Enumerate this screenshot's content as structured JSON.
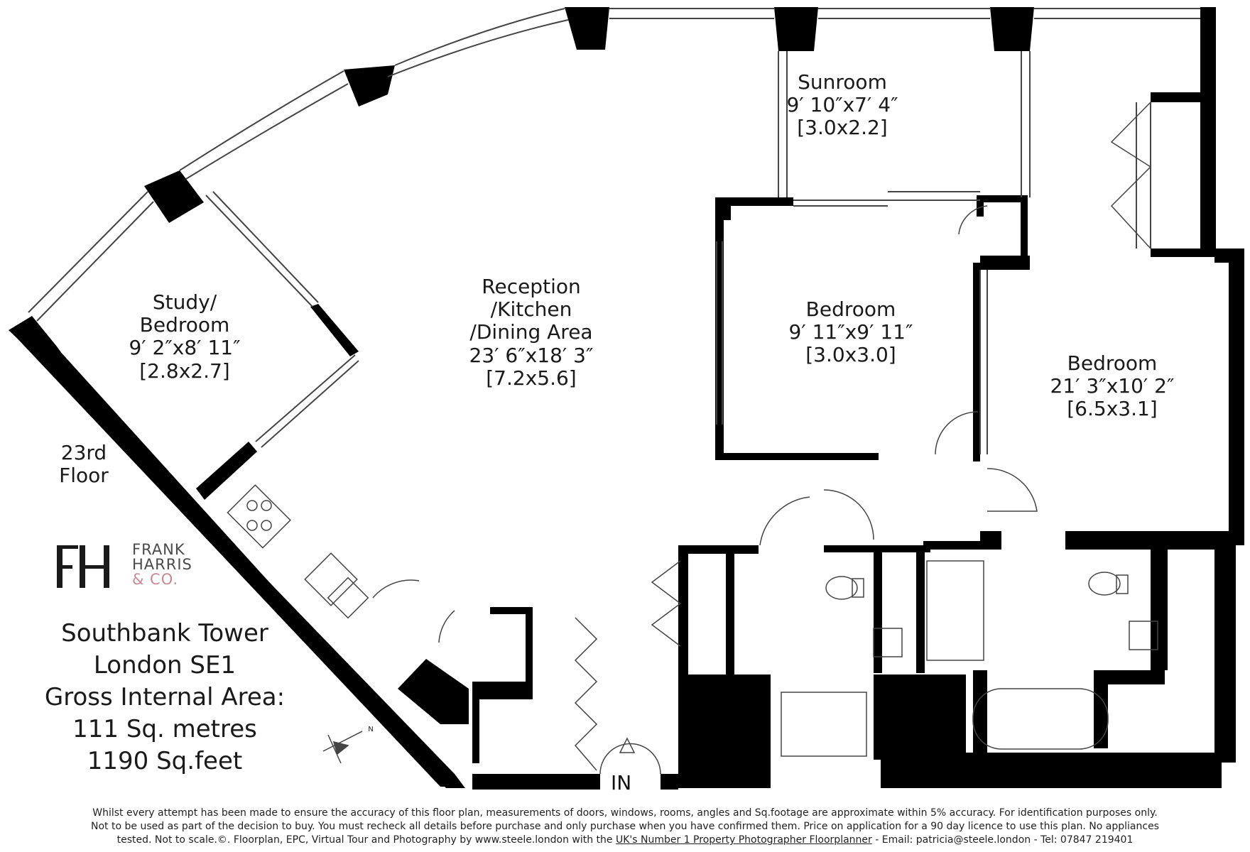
{
  "rooms": {
    "sunroom": {
      "name": "Sunroom",
      "imperial": "9′ 10″x7′ 4″",
      "metric": "[3.0x2.2]"
    },
    "study": {
      "name_line1": "Study/",
      "name_line2": "Bedroom",
      "imperial": "9′ 2″x8′ 11″",
      "metric": "[2.8x2.7]"
    },
    "reception": {
      "name_line1": "Reception",
      "name_line2": "/Kitchen",
      "name_line3": "/Dining Area",
      "imperial": "23′ 6″x18′ 3″",
      "metric": "[7.2x5.6]"
    },
    "bedroom_mid": {
      "name": "Bedroom",
      "imperial": "9′ 11″x9′ 11″",
      "metric": "[3.0x3.0]"
    },
    "bedroom_right": {
      "name": "Bedroom",
      "imperial": "21′ 3″x10′ 2″",
      "metric": "[6.5x3.1]"
    }
  },
  "floor": {
    "line1": "23rd",
    "line2": "Floor"
  },
  "entrance": "IN",
  "logo": {
    "monogram": "FH",
    "line1": "FRANK",
    "line2": "HARRIS",
    "line3": "& CO.",
    "accent_color": "#c58a96"
  },
  "property": {
    "name": "Southbank Tower",
    "city": "London SE1",
    "area_label": "Gross Internal Area:",
    "area_metric": "111 Sq. metres",
    "area_imperial": "1190 Sq.feet"
  },
  "compass": {
    "north": "N"
  },
  "disclaimer": {
    "line1": "Whilst every attempt has been made to ensure the accuracy of this floor plan, measurements of doors, windows, rooms, angles and Sq.footage are approximate within 5% accuracy. For identification purposes only.",
    "line2": "Not to be used as part of the decision to buy. You must recheck all details before purchase and only purchase when you have confirmed them. Price on application for a 90 day licence to use this plan. No appliances",
    "line3a": "tested.  Not to scale.©.  Floorplan, EPC, Virtual Tour and Photography by  www.steele.london with the",
    "line3b": "UK's Number 1 Property Photographer Floorplanner",
    "line3c": " - Email: patricia@steele.london - Tel: 07847 219401"
  },
  "colors": {
    "wall": "#000000",
    "line": "#444444",
    "background": "#ffffff"
  }
}
